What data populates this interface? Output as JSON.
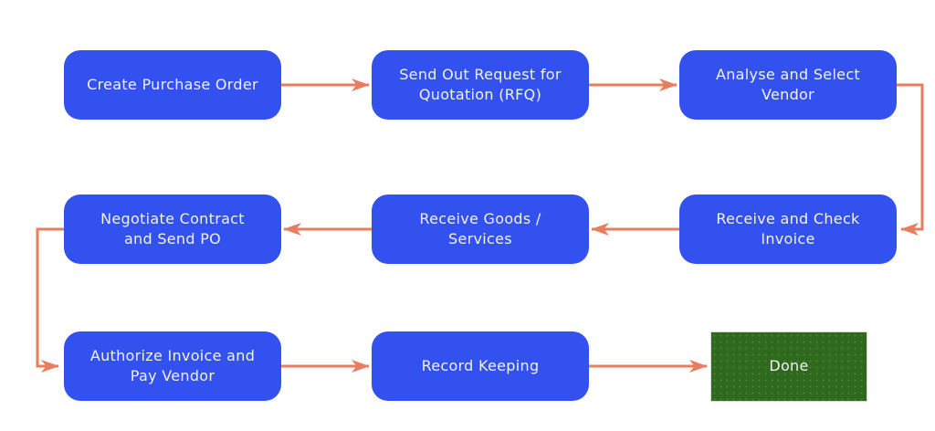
{
  "colors": {
    "node_fill": "#3351ee",
    "node_text": "#f1f1f1",
    "arrow_color": "#e87d5f",
    "done_fill": "#2f691d",
    "done_border": "#d4dcd2",
    "background": "#ffffff"
  },
  "nodes": [
    {
      "id": "create-purchase-order",
      "label": "Create Purchase Order"
    },
    {
      "id": "send-rfq",
      "label": "Send Out Request for\nQuotation (RFQ)"
    },
    {
      "id": "analyse-select-vendor",
      "label": "Analyse and Select\nVendor"
    },
    {
      "id": "receive-check-invoice",
      "label": "Receive and Check\nInvoice"
    },
    {
      "id": "receive-goods-services",
      "label": "Receive Goods /\nServices"
    },
    {
      "id": "negotiate-contract-send-po",
      "label": "Negotiate Contract\nand Send PO"
    },
    {
      "id": "authorize-invoice-pay-vendor",
      "label": "Authorize Invoice and\nPay Vendor"
    },
    {
      "id": "record-keeping",
      "label": "Record Keeping"
    },
    {
      "id": "done",
      "label": "Done"
    }
  ],
  "edges": [
    {
      "from": "create-purchase-order",
      "to": "send-rfq"
    },
    {
      "from": "send-rfq",
      "to": "analyse-select-vendor"
    },
    {
      "from": "analyse-select-vendor",
      "to": "receive-check-invoice"
    },
    {
      "from": "receive-check-invoice",
      "to": "receive-goods-services"
    },
    {
      "from": "receive-goods-services",
      "to": "negotiate-contract-send-po"
    },
    {
      "from": "negotiate-contract-send-po",
      "to": "authorize-invoice-pay-vendor"
    },
    {
      "from": "authorize-invoice-pay-vendor",
      "to": "record-keeping"
    },
    {
      "from": "record-keeping",
      "to": "done"
    }
  ]
}
